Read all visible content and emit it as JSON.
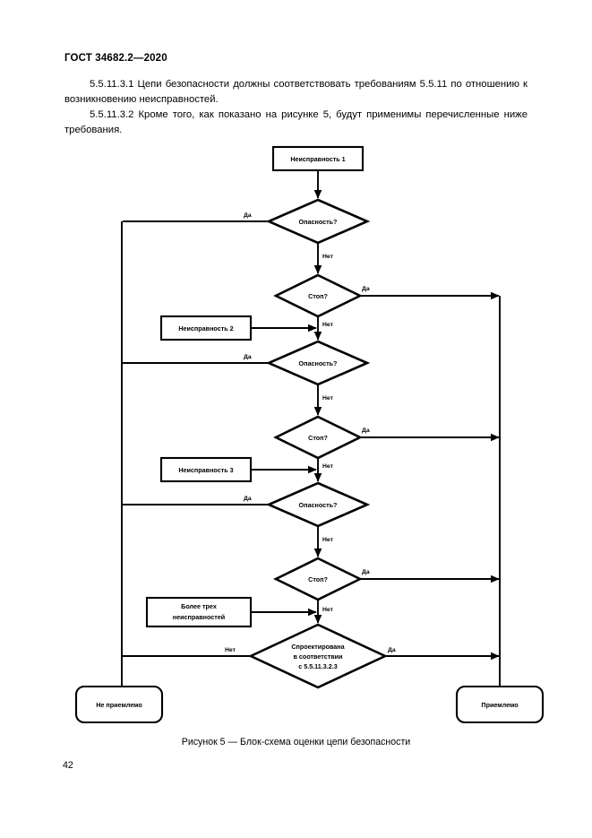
{
  "document": {
    "header": "ГОСТ 34682.2—2020",
    "page_number": "42",
    "paragraphs": [
      "5.5.11.3.1 Цепи безопасности должны соответствовать требованиям 5.5.11 по отношению к возникновению неисправностей.",
      "5.5.11.3.2 Кроме того, как показано на рисунке 5, будут применимы перечисленные ниже требования."
    ],
    "figure_caption": "Рисунок 5 — Блок-схема оценки цепи безопасности"
  },
  "figure": {
    "number": "5",
    "title": "Блок-схема оценки цепи безопасности",
    "nodes": {
      "fault1": {
        "label": "Неисправность 1",
        "shape": "rect"
      },
      "fault2": {
        "label": "Неисправность 2",
        "shape": "rect"
      },
      "fault3": {
        "label": "Неисправность 3",
        "shape": "rect"
      },
      "more_faults_line1": "Более трех",
      "more_faults_line2": "неисправностей",
      "danger1": {
        "label": "Опасность?",
        "shape": "diamond"
      },
      "danger2": {
        "label": "Опасность?",
        "shape": "diamond"
      },
      "danger3": {
        "label": "Опасность?",
        "shape": "diamond"
      },
      "stop1": {
        "label": "Стоп?",
        "shape": "diamond"
      },
      "stop2": {
        "label": "Стоп?",
        "shape": "diamond"
      },
      "stop3": {
        "label": "Стоп?",
        "shape": "diamond"
      },
      "designed_line1": "Спроектирована",
      "designed_line2": "в соответствии",
      "designed_line3": "с 5.5.11.3.2.3",
      "not_acceptable": {
        "label": "Не приемлемо",
        "shape": "rounded-rect"
      },
      "acceptable": {
        "label": "Приемлемо",
        "shape": "rounded-rect"
      }
    },
    "edge_labels": {
      "yes": "Да",
      "no": "Нет"
    },
    "colors": {
      "stroke": "#000000",
      "fill": "#ffffff",
      "text": "#000000",
      "page_background": "#ffffff"
    }
  }
}
